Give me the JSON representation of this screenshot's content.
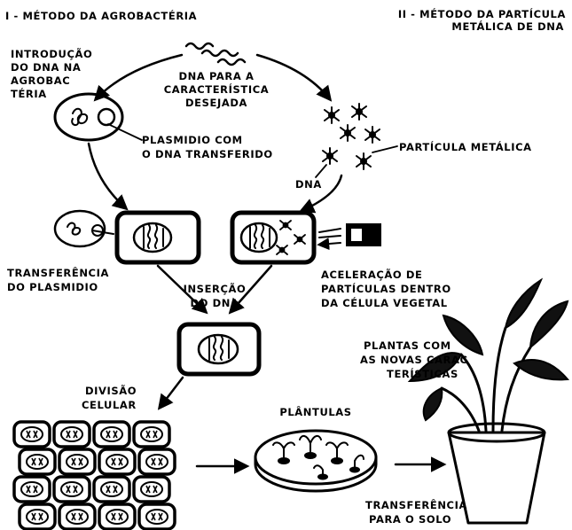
{
  "header": {
    "left_title": "I - MÉTODO DA AGROBACTÉRIA",
    "right_title_line1": "II - MÉTODO DA PARTÍCULA",
    "right_title_line2": "METÁLICA DE DNA"
  },
  "labels": {
    "introducao": [
      "INTRODUÇÃO",
      "DO DNA NA",
      "AGROBAC",
      "TÉRIA"
    ],
    "dna_caracteristica": [
      "DNA PARA A",
      "CARACTERÍSTICA",
      "DESEJADA"
    ],
    "plasmidio": [
      "PLASMIDIO COM",
      "O DNA TRANSFERIDO"
    ],
    "particula_metalica": "PARTÍCULA METÁLICA",
    "dna": "DNA",
    "transferencia_plasmidio": [
      "TRANSFERÊNCIA",
      "DO PLASMIDIO"
    ],
    "insercao": [
      "INSERÇÃO",
      "DO DNA"
    ],
    "aceleracao": [
      "ACELERAÇÃO DE",
      "PARTÍCULAS DENTRO",
      "DA CÉLULA VEGETAL"
    ],
    "divisao": [
      "DIVISÃO",
      "CELULAR"
    ],
    "plantulas": "PLÂNTULAS",
    "plantas": [
      "PLANTAS COM",
      "AS NOVAS CARAC",
      "TERÍSTICAS"
    ],
    "transferencia_solo": [
      "TRANSFERÊNCIA",
      "PARA O SOLO"
    ]
  },
  "icons": [
    "dna-strand-icon",
    "bacterium-icon",
    "plant-cell-icon",
    "metal-particle-icon",
    "particle-gun-icon",
    "dividing-cells-icon",
    "petri-dish-icon",
    "potted-plant-icon"
  ]
}
